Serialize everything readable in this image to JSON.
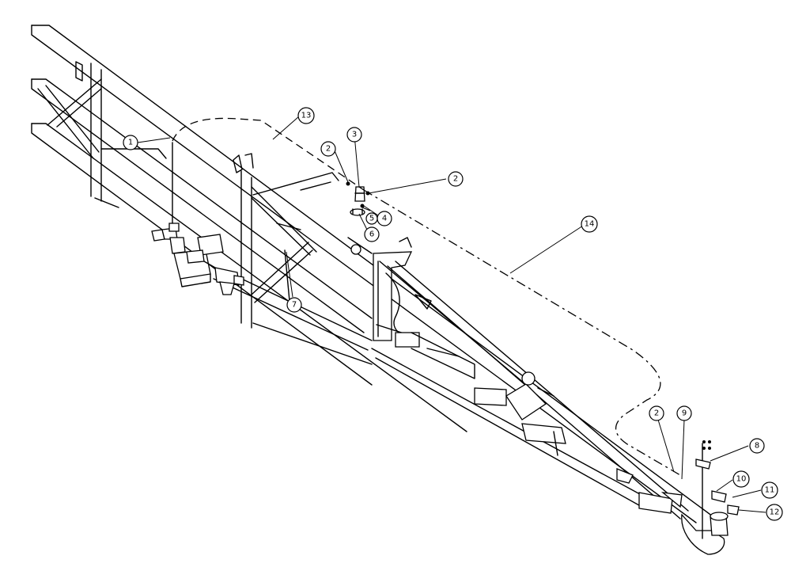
{
  "callouts": [
    {
      "id": "c1",
      "label": "1"
    },
    {
      "id": "c2a",
      "label": "2"
    },
    {
      "id": "c2b",
      "label": "2"
    },
    {
      "id": "c2c",
      "label": "2"
    },
    {
      "id": "c3",
      "label": "3"
    },
    {
      "id": "c4",
      "label": "4"
    },
    {
      "id": "c5",
      "label": "5"
    },
    {
      "id": "c6",
      "label": "6"
    },
    {
      "id": "c7",
      "label": "7"
    },
    {
      "id": "c8",
      "label": "8"
    },
    {
      "id": "c9",
      "label": "9"
    },
    {
      "id": "c10",
      "label": "10"
    },
    {
      "id": "c11",
      "label": "11"
    },
    {
      "id": "c12",
      "label": "12"
    },
    {
      "id": "c13",
      "label": "13"
    },
    {
      "id": "c14",
      "label": "14"
    }
  ],
  "colors": {
    "line": "#000000",
    "background": "#ffffff"
  }
}
